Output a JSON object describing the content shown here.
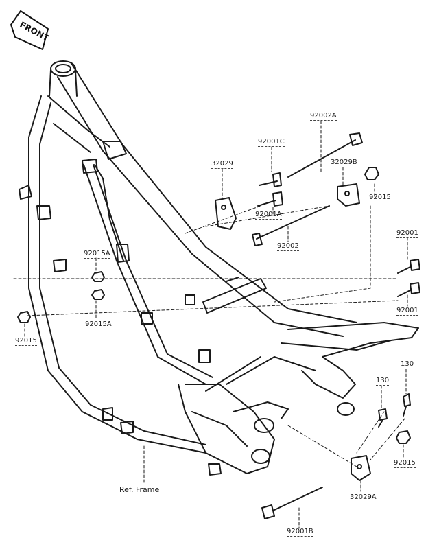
{
  "orientation": {
    "label": "FRONT"
  },
  "reference": {
    "label": "Ref. Frame"
  },
  "parts": {
    "p92002a": "92002A",
    "p92001c": "92001C",
    "p32029": "32029",
    "p32029b": "32029B",
    "p92015_top": "92015",
    "p92001a": "92001A",
    "p92002": "92002",
    "p92001_upper": "92001",
    "p92001_lower": "92001",
    "p92015a_upper": "92015A",
    "p92015a_lower": "92015A",
    "p92015_left": "92015",
    "p130_right": "130",
    "p130_left": "130",
    "p92015_bottom": "92015",
    "p32029a": "32029A",
    "p92001b": "92001B"
  },
  "colors": {
    "line": "#1a1a1a",
    "paper": "#ffffff"
  }
}
